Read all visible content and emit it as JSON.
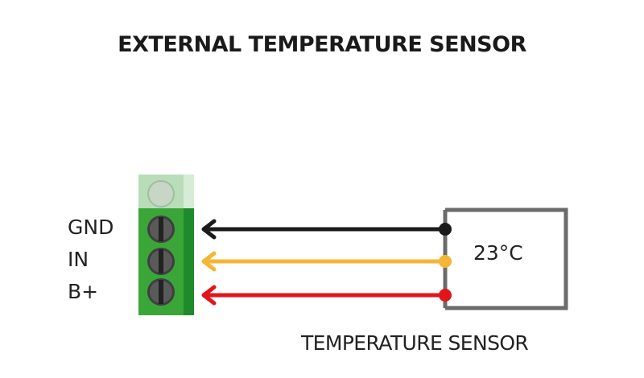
{
  "title": "EXTERNAL TEMPERATURE SENSOR",
  "terminal": {
    "pins": [
      {
        "label": "GND",
        "wire_color": "#1a1a1a"
      },
      {
        "label": "IN",
        "wire_color": "#f5b535"
      },
      {
        "label": "B+",
        "wire_color": "#e3151b"
      }
    ],
    "block_color": "#3aa638"
  },
  "sensor": {
    "reading": "23°C",
    "caption": "TEMPERATURE SENSOR",
    "frame_color": "#6b6b6b"
  }
}
